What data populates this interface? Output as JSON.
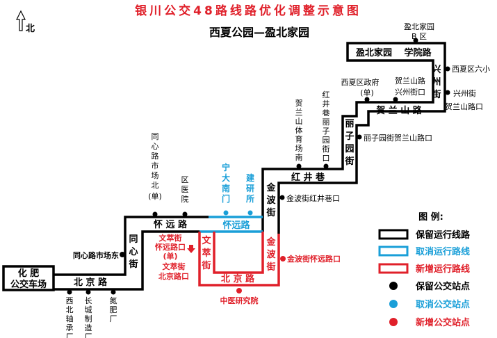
{
  "title": "银川公交48路线路优化调整示意图",
  "subtitle": "西夏公园—盈北家园",
  "north": "北",
  "colors": {
    "keep": "#000000",
    "cancel": "#1a9fd8",
    "new": "#e0202a",
    "title": "#e0202a"
  },
  "streets": {
    "huafei": [
      "化 肥",
      "公交车场"
    ],
    "beijing_w": "北 京 路",
    "tongxin": "同心街",
    "huaiyuan_w": "怀 远 路",
    "huaiyuan_blue": "怀远路",
    "wencui": "文萃街",
    "jinbo_red": "金波街",
    "beijing_red": "北 京 路",
    "jinbo": "金波街",
    "hongjing": "红 井 巷",
    "lizi": "丽子园街",
    "helan": "贺 兰 山 路",
    "xingzhou": "兴州街",
    "yingbei": "盈北家园",
    "xueyuan": "学院路"
  },
  "stops": {
    "tongxin_east": "同心路市场东",
    "xibei": "西北轴承厂",
    "changcheng": "长城制造厂",
    "danfei": "氮肥厂",
    "tongxin_north": "同心路市场北(单)",
    "quyiyuan": "区医院",
    "ningda": "宁大南门",
    "jianyan": "建研所",
    "wencui_huaiyuan": [
      "文萃街",
      "怀远路口",
      "(单)"
    ],
    "wencui_beijing": [
      "文萃街",
      "北京路口"
    ],
    "zhongyi": "中医研究院",
    "jinbo_huaiyuan": "金波街怀远路口",
    "jinbo_hongjing": "金波街红井巷口",
    "helan_tiyu": "贺兰山体育场南",
    "hongjing_lizi": "红井巷丽子园街口",
    "lizi_helan": "丽子园街贺兰山路口",
    "xixia_gov": [
      "西夏区政府",
      "(单)"
    ],
    "helan_xingzhou": [
      "贺兰山路",
      "兴州街口"
    ],
    "xingzhou_helan": [
      "兴州街",
      "贺兰山路口"
    ],
    "xixia_6": "西夏区六小",
    "yingbei_b": [
      "盈北家园",
      "B 区"
    ]
  },
  "legend": {
    "title": "图  例:",
    "items": [
      {
        "label": "保留运行线路",
        "color": "#000000",
        "kind": "line"
      },
      {
        "label": "取消运行路线",
        "color": "#1a9fd8",
        "kind": "line"
      },
      {
        "label": "新增运行路线",
        "color": "#e0202a",
        "kind": "line"
      },
      {
        "label": "保留公交站点",
        "color": "#000000",
        "kind": "dot"
      },
      {
        "label": "取消公交站点",
        "color": "#1a9fd8",
        "kind": "dot"
      },
      {
        "label": "新增公交站点",
        "color": "#e0202a",
        "kind": "dot"
      }
    ]
  }
}
